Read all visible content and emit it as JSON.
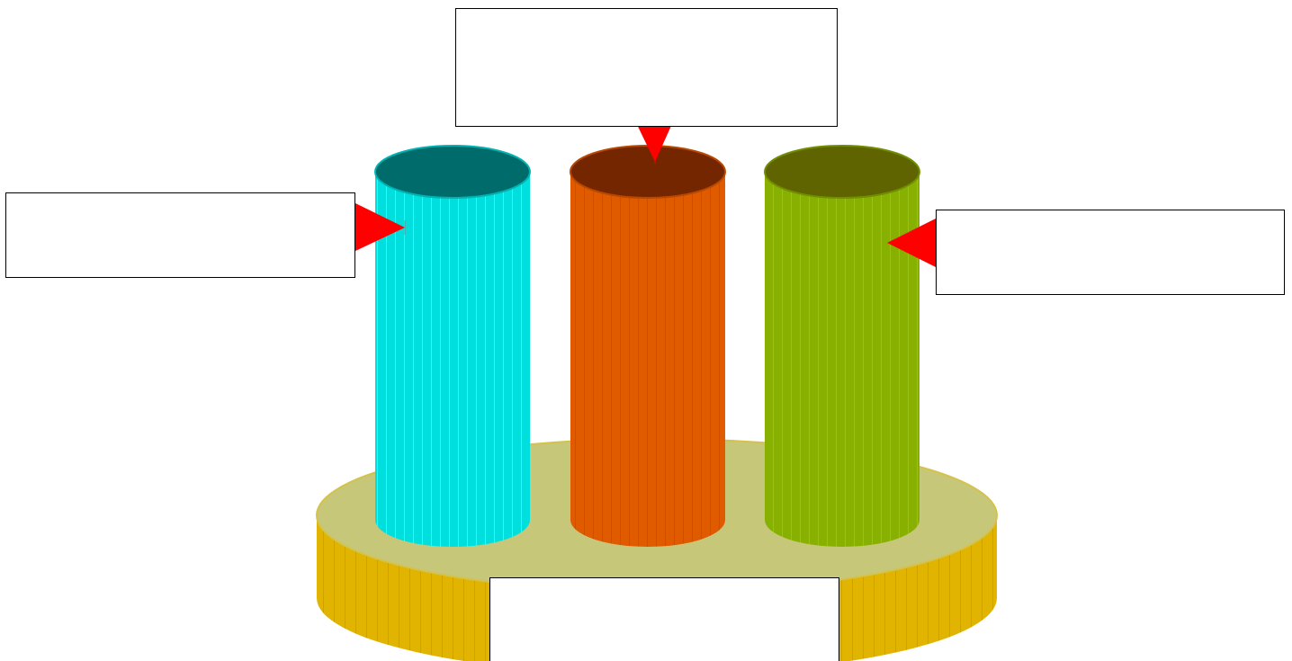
{
  "diagram": {
    "cylinders": [
      {
        "id": "left",
        "body_color": "#00dede",
        "top_color": "#006b6b",
        "rim_color": "#00b3b3"
      },
      {
        "id": "middle",
        "body_color": "#e05a00",
        "top_color": "#732600",
        "rim_color": "#b84800"
      },
      {
        "id": "right",
        "body_color": "#88b000",
        "top_color": "#5f6300",
        "rim_color": "#6f8f00"
      }
    ],
    "platform": {
      "top_color": "#c7c779",
      "side_color": "#e0b400",
      "rim_color": "#d4c24a"
    },
    "arrow_color": "#ff0000",
    "labels": {
      "top": "",
      "left": "",
      "right": "",
      "bottom": ""
    }
  }
}
